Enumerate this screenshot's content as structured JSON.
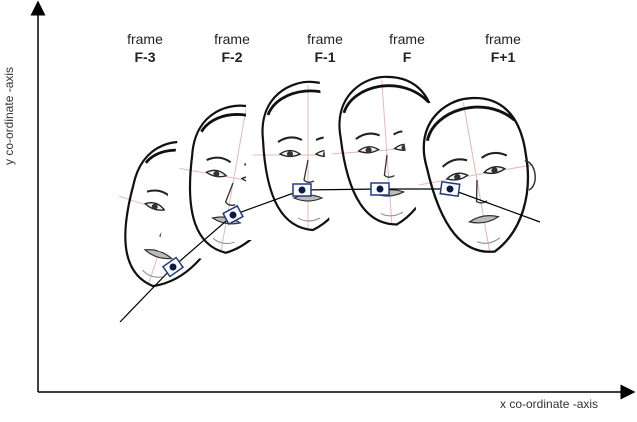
{
  "axes": {
    "x_label": "x co-ordinate -axis",
    "y_label": "y co-ordinate -axis"
  },
  "frames": [
    {
      "word": "frame",
      "id": "F-3"
    },
    {
      "word": "frame",
      "id": "F-2"
    },
    {
      "word": "frame",
      "id": "F-1"
    },
    {
      "word": "frame",
      "id": "F"
    },
    {
      "word": "frame",
      "id": "F+1"
    }
  ],
  "colors": {
    "axis": "#000000",
    "tracker_box": "#1f3a8a",
    "tracker_dot": "#0a1a40",
    "face_line": "#333333",
    "guide_line": "#e8b8b8"
  }
}
